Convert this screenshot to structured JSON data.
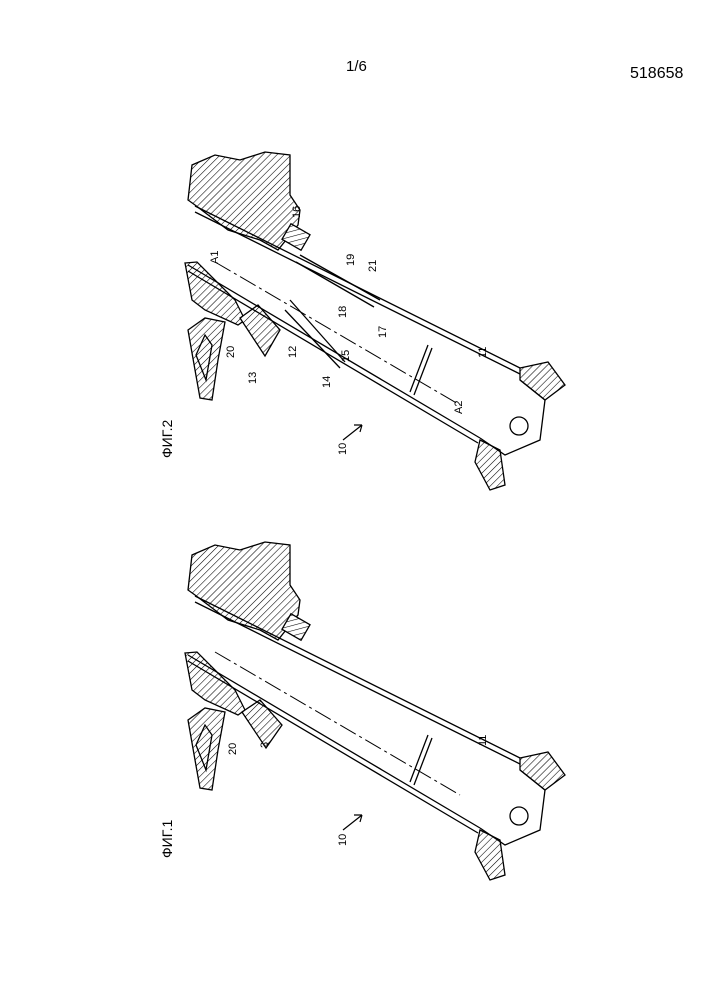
{
  "header": {
    "page_number": "1/6",
    "document_number": "518658"
  },
  "figures": [
    {
      "title": "ФИГ.1",
      "labels": {
        "assembly": "10",
        "tube": "11",
        "ring": "3",
        "housing": "20"
      }
    },
    {
      "title": "ФИГ.2",
      "labels": {
        "assembly": "10",
        "tube": "11",
        "sleeve": "12",
        "ring": "13",
        "end_left": "14",
        "collar_left": "15",
        "clamp": "16",
        "end_right": "17",
        "inner": "18",
        "outer": "19",
        "housing": "20",
        "collar_right": "21",
        "axis_a1": "A1",
        "axis_a2": "A2"
      }
    }
  ]
}
